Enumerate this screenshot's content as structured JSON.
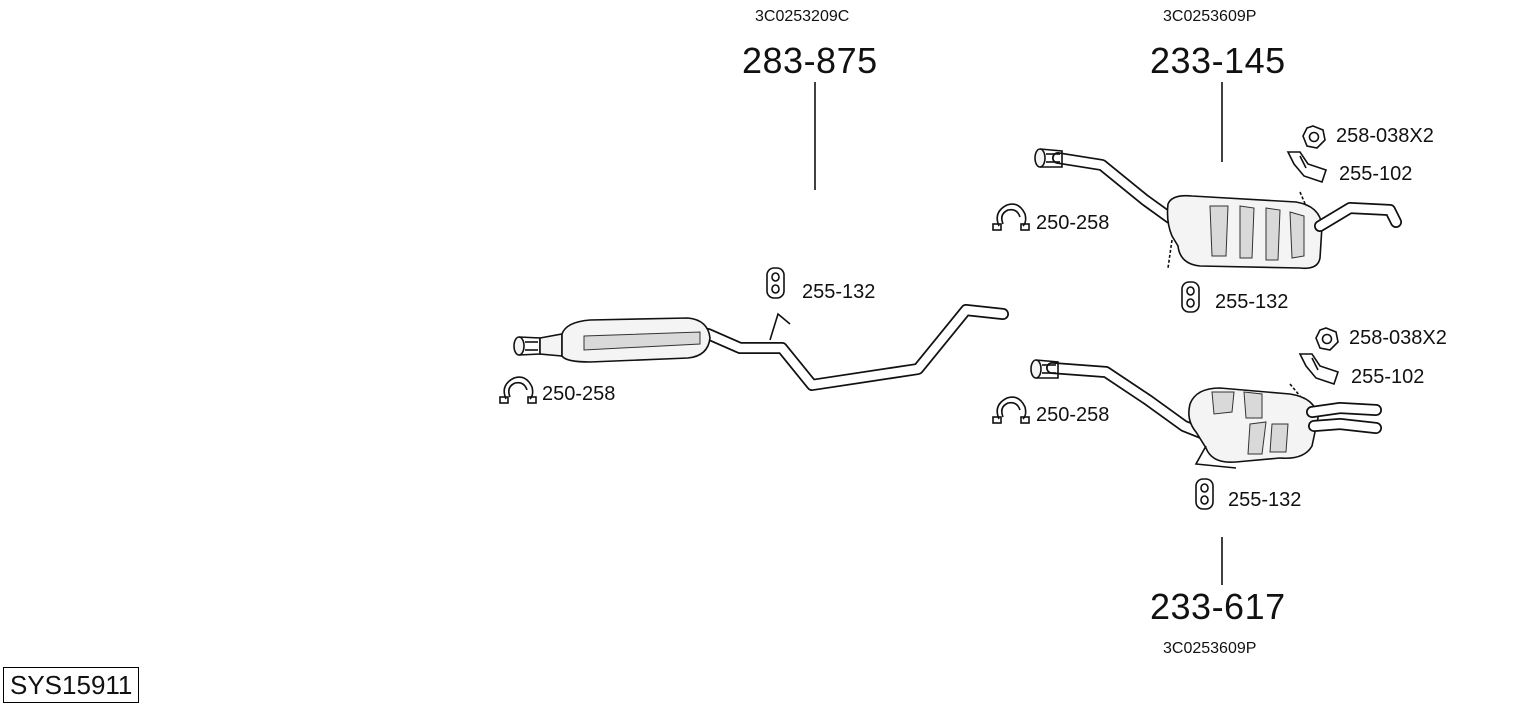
{
  "system_code": "SYS15911",
  "assemblies": [
    {
      "oe_number": "3C0253209C",
      "part_number": "283-875"
    },
    {
      "oe_number": "3C0253609P",
      "part_number": "233-145"
    },
    {
      "oe_number": "3C0253609P",
      "part_number": "233-617"
    }
  ],
  "accessories": {
    "front_clamp": "250-258",
    "front_rubber_mount": "255-132",
    "rear1_clamp": "250-258",
    "rear1_rubber_mount": "255-132",
    "rear1_nut": "258-038X2",
    "rear1_bracket": "255-102",
    "rear2_clamp": "250-258",
    "rear2_rubber_mount": "255-132",
    "rear2_nut": "258-038X2",
    "rear2_bracket": "255-102"
  },
  "icons": [
    "clamp-icon",
    "rubber-mount-icon",
    "nut-icon",
    "bracket-icon"
  ],
  "colors": {
    "line": "#111111",
    "background": "#ffffff"
  }
}
